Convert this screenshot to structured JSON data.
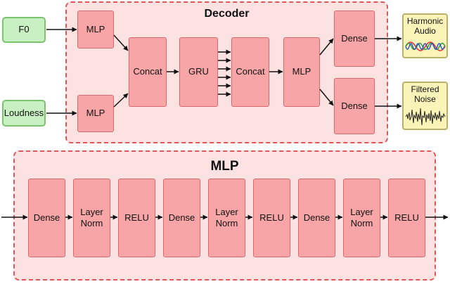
{
  "decoder": {
    "title": "Decoder",
    "inputs": {
      "f0": "F0",
      "loudness": "Loudness"
    },
    "mlp_top": "MLP",
    "mlp_bottom": "MLP",
    "concat_left": "Concat",
    "gru": "GRU",
    "concat_right": "Concat",
    "mlp_right": "MLP",
    "dense_top": "Dense",
    "dense_bottom": "Dense",
    "outputs": {
      "harmonic": "Harmonic\nAudio",
      "noise": "Filtered\nNoise"
    }
  },
  "mlp_detail": {
    "title": "MLP",
    "blocks": [
      "Dense",
      "Layer\nNorm",
      "RELU",
      "Dense",
      "Layer\nNorm",
      "RELU",
      "Dense",
      "Layer\nNorm",
      "RELU"
    ]
  },
  "colors": {
    "group_fill": "#fde2e2",
    "group_border": "#e0575b",
    "block_fill": "#f8a5a8",
    "block_border": "#d9686c",
    "input_fill": "#c9f0c2",
    "input_border": "#79c46c",
    "output_fill": "#fbf4b8",
    "output_border": "#b9b06a",
    "wave_red": "#e0303a",
    "wave_green": "#2e9e3a",
    "wave_blue": "#2b4fd6"
  }
}
